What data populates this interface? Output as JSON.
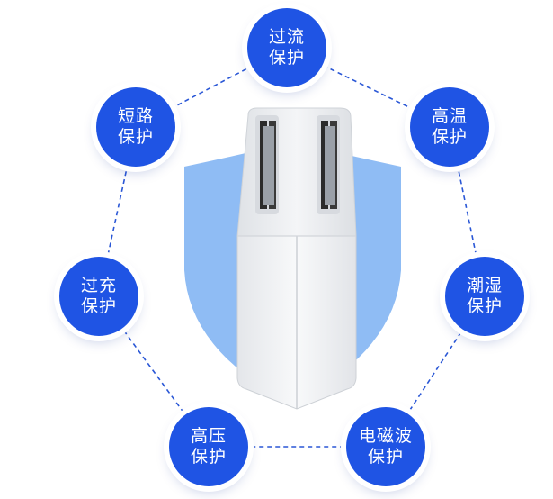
{
  "colors": {
    "node_fill": "#1f54e4",
    "connector": "#2a57d6",
    "shield": "#8fbcf4",
    "charger_body": "#f3f4f6"
  },
  "protections": [
    {
      "line1": "过流",
      "line2": "保护",
      "icon": "overcurrent-protection"
    },
    {
      "line1": "高温",
      "line2": "保护",
      "icon": "high-temperature-protection"
    },
    {
      "line1": "潮湿",
      "line2": "保护",
      "icon": "humidity-protection"
    },
    {
      "line1": "电磁波",
      "line2": "保护",
      "icon": "electromagnetic-wave-protection"
    },
    {
      "line1": "高压",
      "line2": "保护",
      "icon": "high-voltage-protection"
    },
    {
      "line1": "过充",
      "line2": "保护",
      "icon": "overcharge-protection"
    },
    {
      "line1": "短路",
      "line2": "保护",
      "icon": "short-circuit-protection"
    }
  ]
}
